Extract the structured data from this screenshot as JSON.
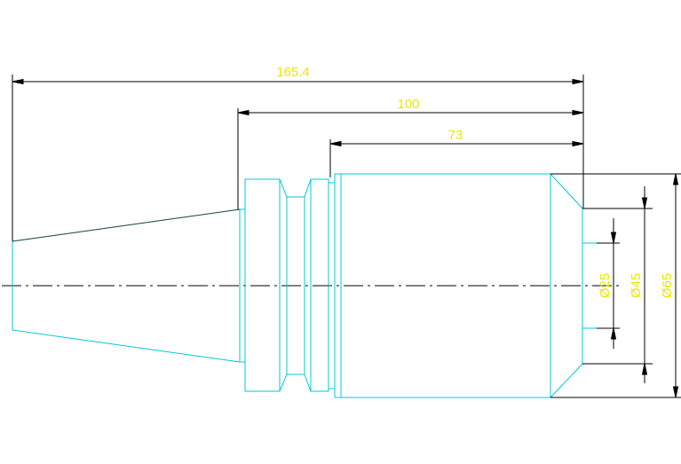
{
  "colors": {
    "background": "#ffffff",
    "part_outline": "#00c8d7",
    "dimension_line": "#000000",
    "dimension_text": "#e8e800"
  },
  "dimensions": {
    "overall_length": "165.4",
    "length_100": "100",
    "length_73": "73",
    "diameter_25": "Ø25",
    "diameter_45": "Ø45",
    "diameter_65": "Ø65"
  }
}
